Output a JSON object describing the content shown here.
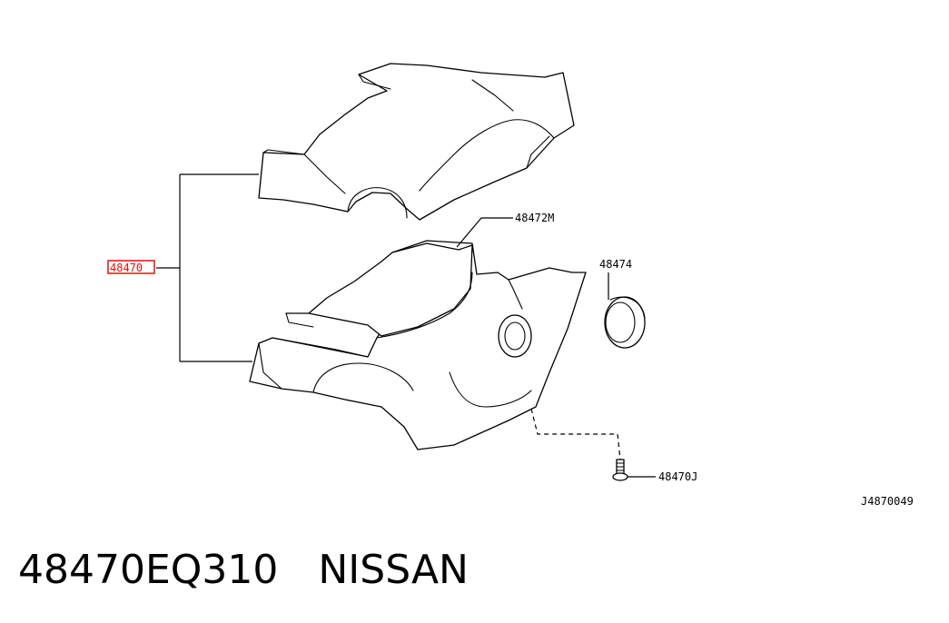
{
  "callouts": {
    "assembly": "48470",
    "lower_cover_label": "48472M",
    "grommet_label": "48474",
    "screw_label": "48470J"
  },
  "illustration_id": "J4870049",
  "caption": {
    "part_number": "48470EQ310",
    "brand": "NISSAN"
  },
  "colors": {
    "highlight": "#e01010",
    "line": "#000000",
    "background": "#ffffff"
  }
}
